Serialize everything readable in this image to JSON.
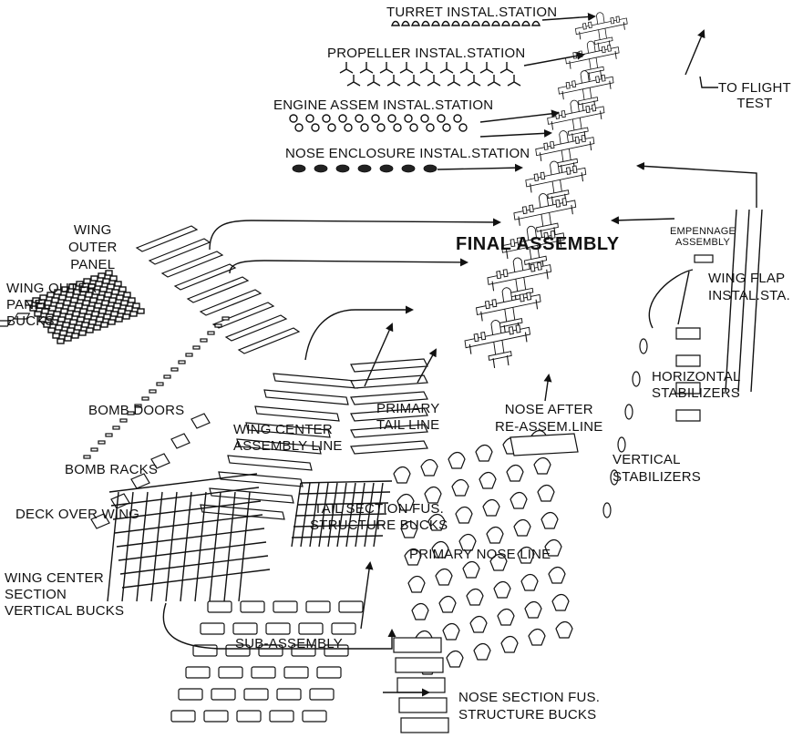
{
  "labels": {
    "turret": "TURRET INSTAL.STATION",
    "propeller": "PROPELLER INSTAL.STATION",
    "engine": "ENGINE ASSEM INSTAL.STATION",
    "nose_enclosure": "NOSE ENCLOSURE INSTAL.STATION",
    "to_flight_test": "TO FLIGHT\nTEST",
    "final_assembly": "FINAL ASSEMBLY",
    "wing_outer_panel": "WING\nOUTER\nPANEL",
    "wing_outer_panel_bucks": "WING OUTER\nPANEL\nBUCKS",
    "empennage_assembly": "EMPENNAGE\nASSEMBLY",
    "wing_flap": "WING FLAP\nINSTAL.STA.",
    "bomb_doors": "BOMB DOORS",
    "primary_tail_line": "PRIMARY\nTAIL LINE",
    "nose_after": "NOSE AFTER\nRE-ASSEM.LINE",
    "horizontal_stabilizers": "HORIZONTAL\nSTABILIZERS",
    "wing_center_assembly_line": "WING CENTER\nASSEMBLY LINE",
    "bomb_racks": "BOMB RACKS",
    "vertical_stabilizers": "VERTICAL\nSTABILIZERS",
    "deck_over_wing": "DECK OVER WING",
    "tail_section_bucks": "TAIL SECTION FUS.\nSTRUCTURE BUCKS",
    "primary_nose_line": "PRIMARY NOSE LINE",
    "wing_center_section": "WING CENTER\nSECTION\nVERTICAL BUCKS",
    "sub_assembly": "SUB-ASSEMBLY",
    "nose_section_bucks": "NOSE SECTION FUS.\nSTRUCTURE BUCKS"
  },
  "colors": {
    "ink": "#111111",
    "paper": "#ffffff"
  }
}
